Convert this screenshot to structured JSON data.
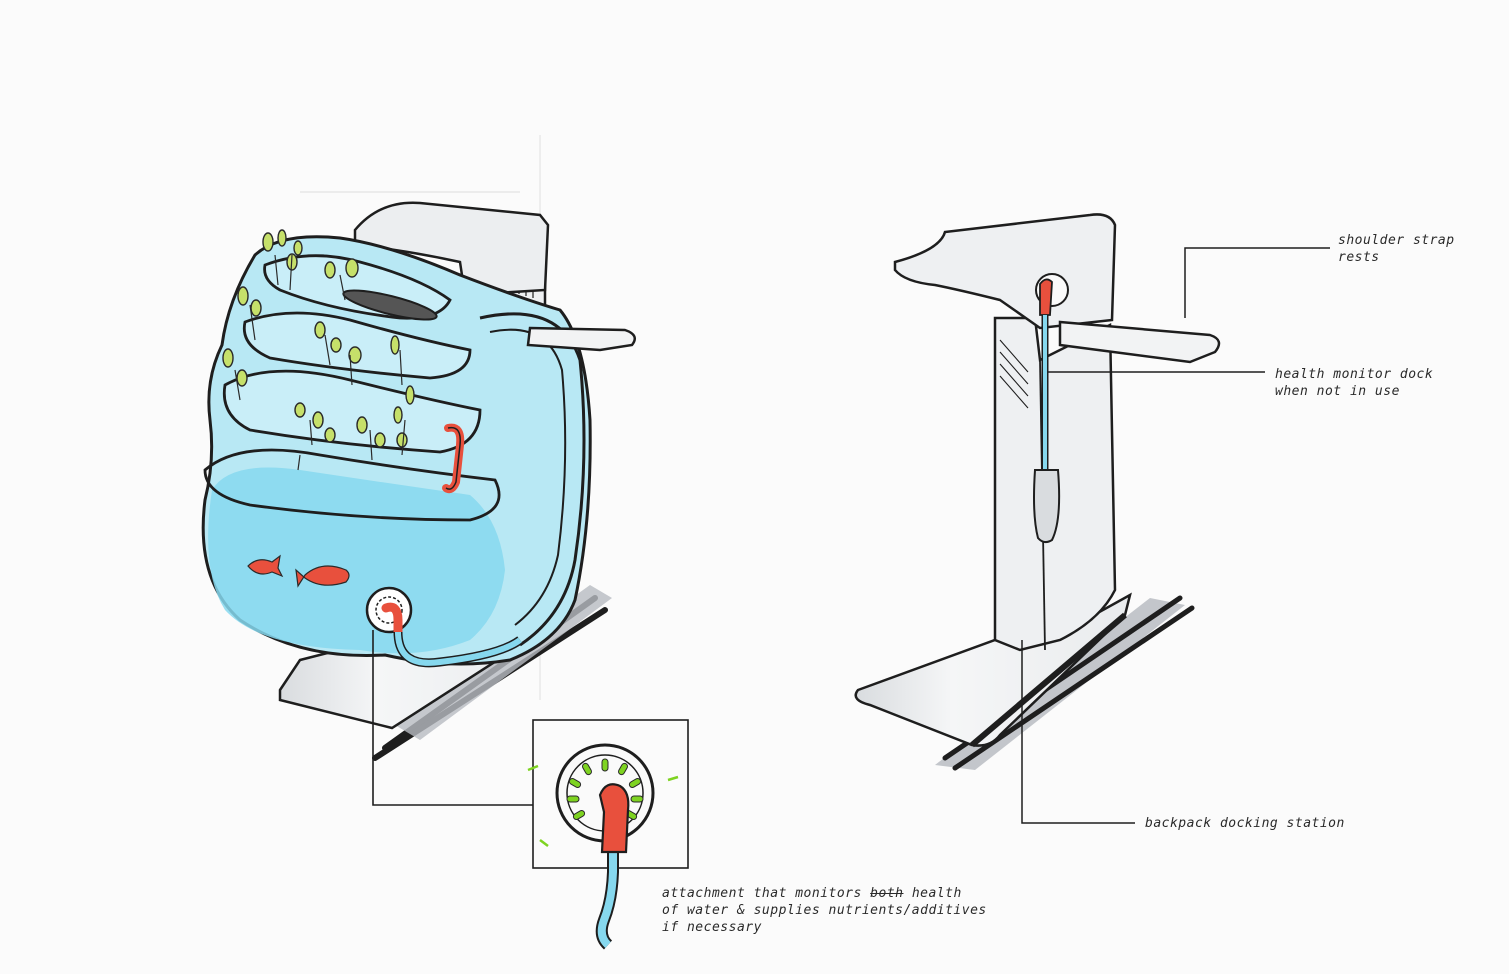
{
  "annotations": {
    "shoulder_strap": [
      "shoulder strap",
      "rests"
    ],
    "health_monitor_dock": [
      "health monitor dock",
      "when not in use"
    ],
    "docking_station": [
      "backpack docking station"
    ],
    "attachment": {
      "line1_start": "attachment that monitors",
      "line1_struck": "both",
      "line1_end": "health",
      "line2": "of water & supplies nutrients/additives",
      "line3": "if necessary"
    }
  },
  "colors": {
    "ink": "#1e1e1e",
    "water": "#86d8ee",
    "plant": "#c6e06a",
    "hose_accent": "#e8503d",
    "fish": "#e8503d",
    "shadow_gray": "#b8bcc2",
    "sensor_green": "#7ed321"
  }
}
